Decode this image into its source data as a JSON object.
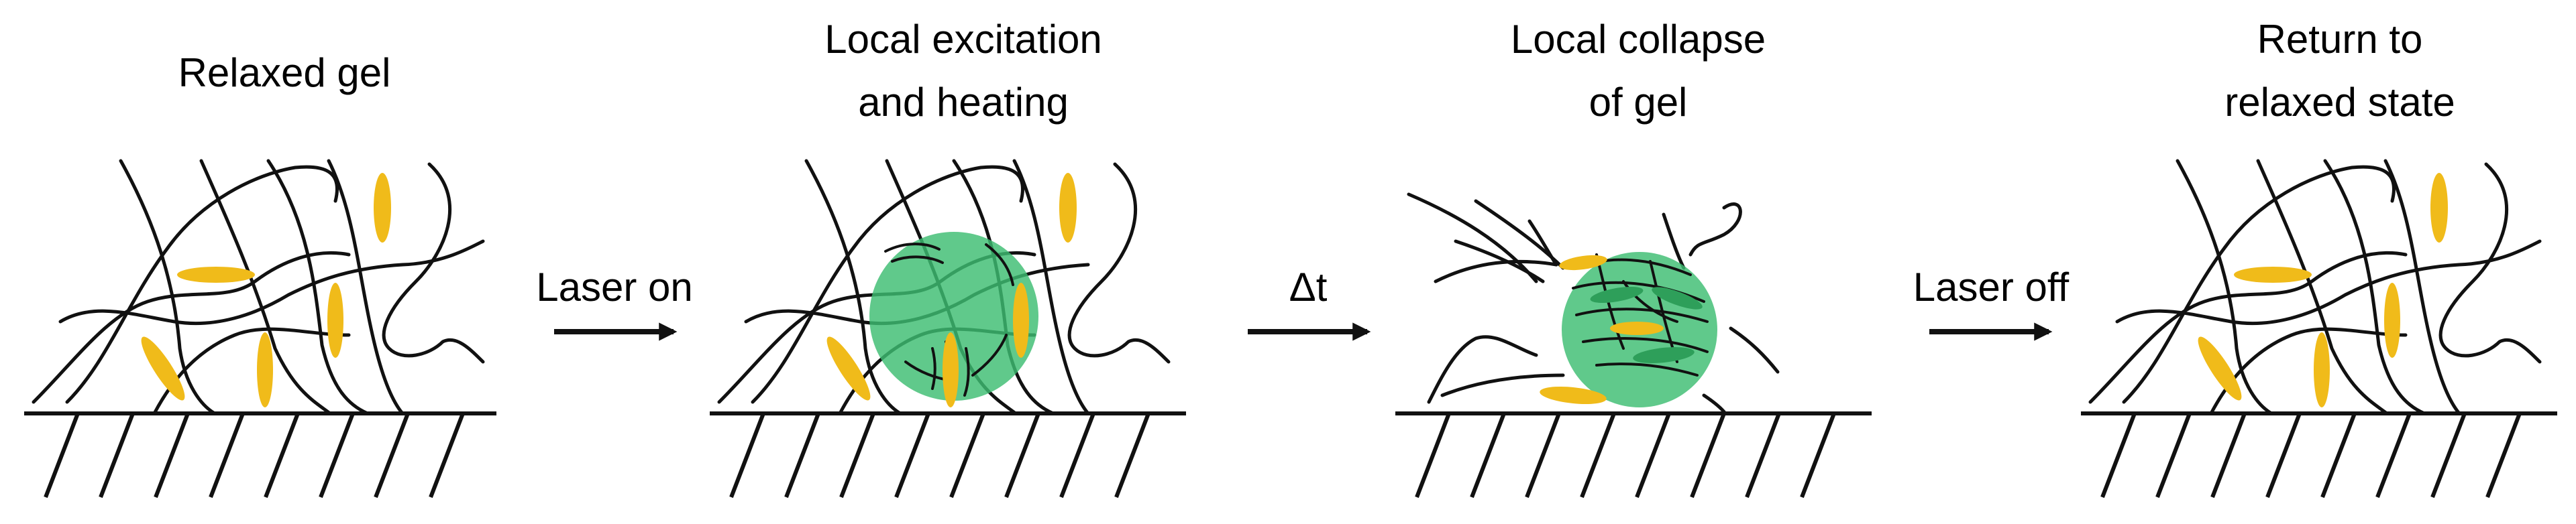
{
  "panels": [
    {
      "title_lines": [
        "Relaxed gel"
      ]
    },
    {
      "title_lines": [
        "Local excitation",
        "and heating"
      ]
    },
    {
      "title_lines": [
        "Local collapse",
        "of gel"
      ]
    },
    {
      "title_lines": [
        "Return to",
        "relaxed state"
      ]
    }
  ],
  "arrows": [
    {
      "label": "Laser on"
    },
    {
      "label": "Δt"
    },
    {
      "label": "Laser off"
    }
  ],
  "colors": {
    "polymer": "#111111",
    "molecule": "#f0bb1a",
    "hotspot": "#3dbd72",
    "surface": "#111111"
  },
  "icons": [
    "gel-network-icon",
    "nanoparticle-molecule-icon",
    "heated-region-icon",
    "substrate-hatch-icon",
    "right-arrow-icon"
  ]
}
